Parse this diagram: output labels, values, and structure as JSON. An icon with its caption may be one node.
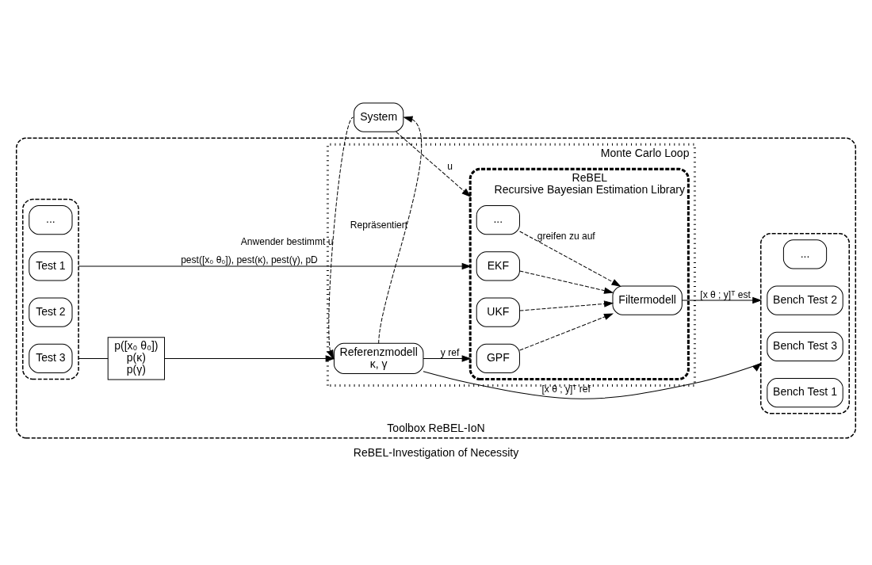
{
  "diagram": {
    "caption": "ReBEL-Investigation of Necessity",
    "nodes": [
      {
        "text": [
          "System"
        ]
      },
      {
        "text": [
          "Toolbox ReBEL-IoN"
        ]
      },
      {
        "text": [],
        "shape": "box",
        "in": 1
      },
      {
        "text": [
          "..."
        ],
        "in": 2
      },
      {
        "text": [
          "Test 3"
        ],
        "in": 2
      },
      {
        "text": [
          "Test 2"
        ],
        "in": 2
      },
      {
        "text": [
          "Test 1"
        ],
        "in": 2
      },
      {
        "text": [
          "p([x₀ θ₀])",
          "p(κ)",
          "p(γ)"
        ],
        "in": 1
      },
      {
        "text": [
          "Monte Carlo Loop"
        ],
        "in": 1
      },
      {
        "text": [
          "Referenzmodell",
          "κ, γ"
        ],
        "in": 8
      },
      {
        "text": [
          "ReBEL",
          "Recursive Bayesian Estimation Library"
        ],
        "in": 8
      },
      {
        "text": [
          "..."
        ],
        "in": 10
      },
      {
        "text": [
          "GPF"
        ],
        "in": 10
      },
      {
        "text": [
          "UKF"
        ],
        "in": 10
      },
      {
        "text": [
          "EKF"
        ],
        "in": 10
      },
      {
        "text": [
          "Filtermodell"
        ],
        "in": 10
      },
      {
        "text": [],
        "shape": "box",
        "in": 1
      },
      {
        "text": [
          "..."
        ],
        "in": 16
      },
      {
        "text": [
          "Bench Test 3"
        ],
        "in": 16
      },
      {
        "text": [
          "Bench Test 2"
        ],
        "in": 16
      },
      {
        "text": [
          "Bench Test 1"
        ],
        "in": 16
      }
    ],
    "edges": [
      {
        "from": 0,
        "to": 9,
        "arrow": "to",
        "style": "dashed",
        "label": "Anwender bestimmt u"
      },
      {
        "from": 0,
        "to": 10,
        "arrow": "to",
        "style": "dashed",
        "label": "u"
      },
      {
        "from": 2,
        "to": 7,
        "arrow": "none"
      },
      {
        "from": 7,
        "to": 9,
        "arrow": "to"
      },
      {
        "from": 9,
        "to": 0,
        "arrow": "to",
        "style": "dashed",
        "label": "Repräsentiert"
      },
      {
        "from": 9,
        "to": 16,
        "arrow": "to",
        "label": "[x θ ; y]ᵀ ref"
      },
      {
        "from": 9,
        "to": 10,
        "arrow": "to",
        "label": "y ref"
      },
      {
        "from": 2,
        "to": 10,
        "arrow": "to",
        "label": "pest([x₀ θ₀]), pest(κ), pest(γ), pD"
      },
      {
        "from": 11,
        "to": 15,
        "arrow": "to",
        "style": "dashed",
        "label": "greifen zu auf"
      },
      {
        "from": 12,
        "to": 15,
        "arrow": "to",
        "style": "dashed"
      },
      {
        "from": 13,
        "to": 15,
        "arrow": "to",
        "style": "dashed"
      },
      {
        "from": 14,
        "to": 15,
        "arrow": "to",
        "style": "dashed"
      },
      {
        "from": 15,
        "to": 16,
        "arrow": "to",
        "label": "[x θ ; y]ᵀ est"
      }
    ]
  }
}
